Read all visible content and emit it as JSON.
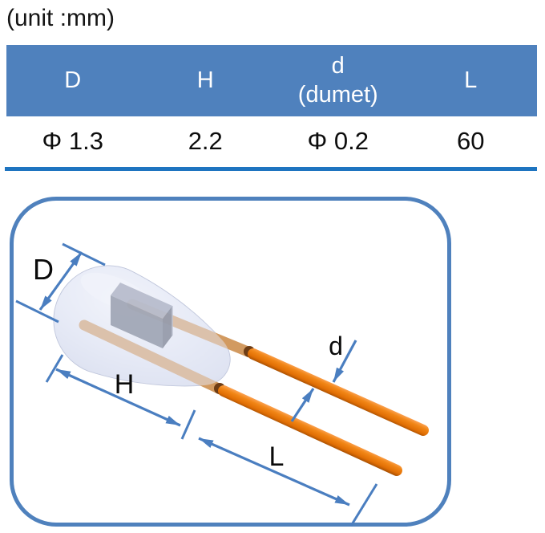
{
  "unit_label": "(unit :mm)",
  "table": {
    "columns": [
      {
        "header": "D",
        "value": "Φ 1.3"
      },
      {
        "header": "H",
        "value": "2.2"
      },
      {
        "header": "d",
        "header_line2": "(dumet)",
        "value": "Φ 0.2"
      },
      {
        "header": "L",
        "value": "60"
      }
    ]
  },
  "diagram": {
    "labels": {
      "body_diameter": "D",
      "body_height": "H",
      "wire_diameter": "d",
      "lead_length": "L"
    }
  },
  "colors": {
    "table_header_bg": "#4f81bd",
    "table_header_text": "#ffffff",
    "separator_blue": "#1e74c0",
    "panel_border_blue": "#4f81bd",
    "dimension_blue": "#4a7ec0",
    "lead_orange": "#f08012",
    "lead_inner_tan": "#d29a60",
    "chip_gray": "#5d6576",
    "glass_lavender": "#e3e8f6"
  }
}
